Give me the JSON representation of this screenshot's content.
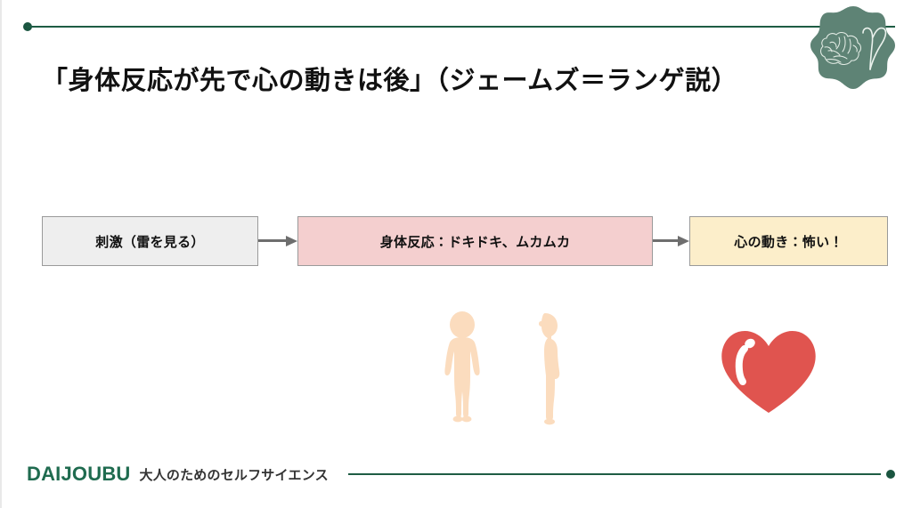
{
  "slide": {
    "title": "「身体反応が先で心の動きは後」（ジェームズ＝ランゲ説）"
  },
  "flow": {
    "boxes": [
      {
        "id": "stimulus",
        "label": "刺激（雷を見る）",
        "fill": "#eeeeee",
        "border": "#9a9a9a"
      },
      {
        "id": "body-reaction",
        "label": "身体反応：ドキドキ、ムカムカ",
        "fill": "#f4cfcf",
        "border": "#9a9a9a"
      },
      {
        "id": "mind-movement",
        "label": "心の動き：怖い！",
        "fill": "#fceeca",
        "border": "#9a9a9a"
      }
    ],
    "arrows": [
      {
        "id": "arrow-stimulus-to-body",
        "color": "#6e6e6e"
      },
      {
        "id": "arrow-body-to-mind",
        "color": "#6e6e6e"
      }
    ]
  },
  "illustrations": {
    "figures": {
      "name": "human-body-figures",
      "skin_color": "#fbdcbe"
    },
    "heart": {
      "name": "heart-illustration",
      "color": "#e0544f",
      "highlight_color": "#ffffff"
    }
  },
  "logo": {
    "name": "daijoubu-brain-heart-logo",
    "blob_color": "#5e8375",
    "line_color": "#e8efe9"
  },
  "footer": {
    "brand": "DAIJOUBU",
    "tagline": "大人のためのセルフサイエンス",
    "brand_color": "#1f6b4f",
    "rule_color": "#1e5c44"
  },
  "decor": {
    "top_rule_color": "#1e5c44"
  }
}
